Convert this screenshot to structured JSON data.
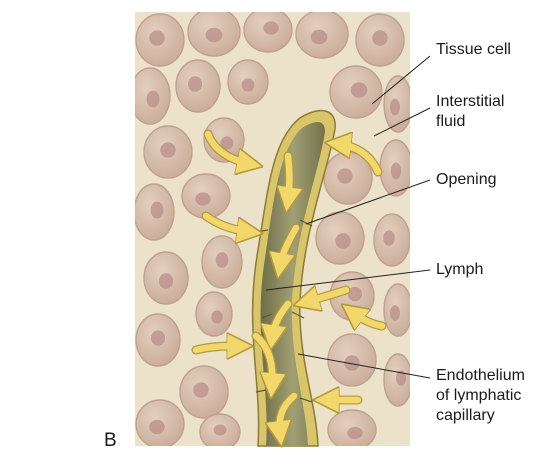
{
  "panel_letter": "B",
  "labels": {
    "tissue_cell": "Tissue cell",
    "interstitial_fluid_1": "Interstitial",
    "interstitial_fluid_2": "fluid",
    "opening": "Opening",
    "lymph": "Lymph",
    "endothelium_1": "Endothelium",
    "endothelium_2": "of lymphatic",
    "endothelium_3": "capillary"
  },
  "colors": {
    "tissue_background": "#ece1c9",
    "cell_fill": "#d8bfad",
    "cell_edge": "#bfa18f",
    "nucleus": "#b88f8a",
    "capillary_wall": "#d9c56a",
    "lumen": "#8f8d62",
    "arrow": "#f2d76a",
    "leader_line": "#222222"
  }
}
